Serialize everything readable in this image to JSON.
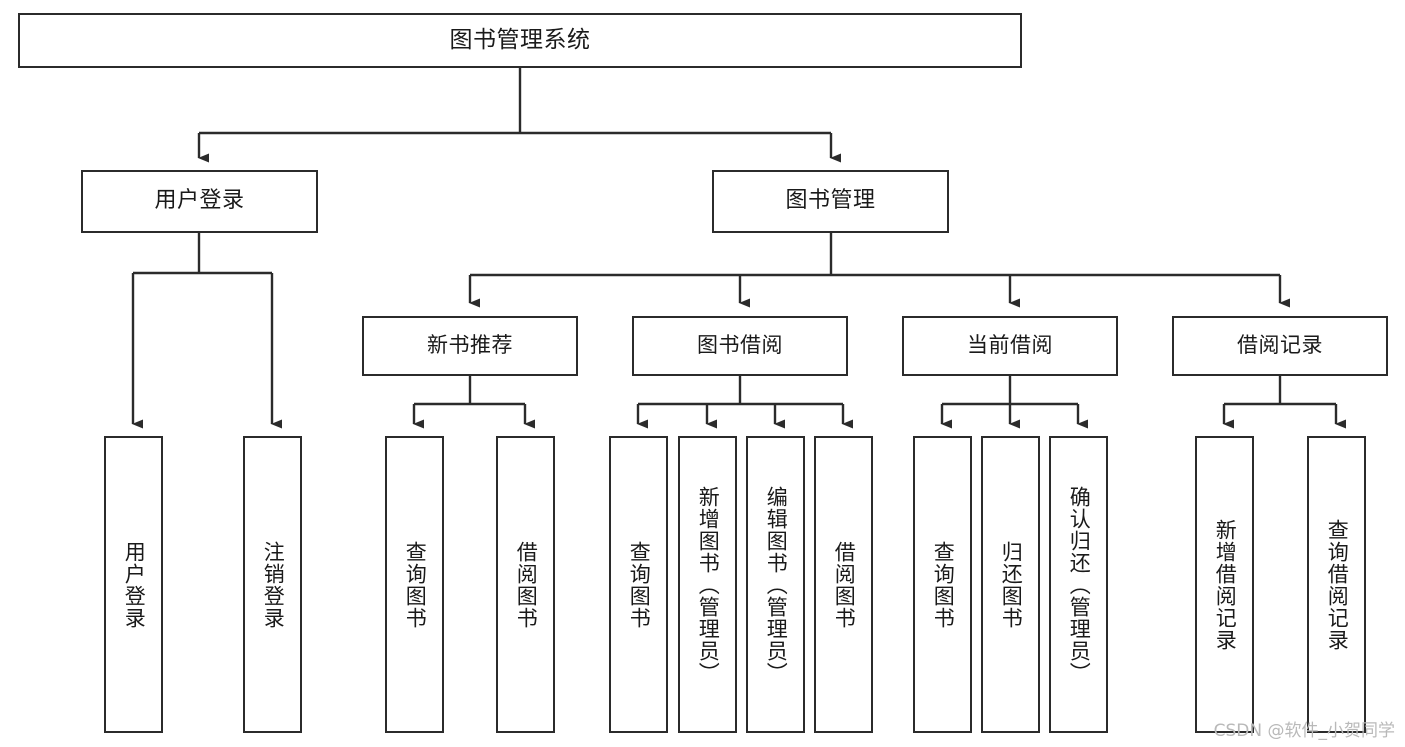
{
  "diagram": {
    "type": "tree-hierarchy",
    "title": "图书管理系统",
    "watermark": "CSDN @软件_小贺同学",
    "colors": {
      "box_border": "#2b2b2b",
      "box_fill": "#ffffff",
      "connector": "#2b2b2b",
      "text": "#1a1a1a",
      "watermark": "#b9b9b9",
      "background": "#ffffff"
    },
    "nodes": {
      "root": {
        "label": "图书管理系统"
      },
      "level2": [
        {
          "id": "user-login",
          "label": "用户登录"
        },
        {
          "id": "book-management",
          "label": "图书管理"
        }
      ],
      "level3": [
        {
          "id": "new-book-recommend",
          "label": "新书推荐"
        },
        {
          "id": "book-borrow",
          "label": "图书借阅"
        },
        {
          "id": "current-borrow",
          "label": "当前借阅"
        },
        {
          "id": "borrow-record",
          "label": "借阅记录"
        }
      ],
      "leaves": {
        "user_login": [
          {
            "id": "leaf-user-login",
            "label": "用户登录"
          },
          {
            "id": "leaf-logout-login",
            "label": "注销登录"
          }
        ],
        "new_book_recommend": [
          {
            "id": "leaf-query-book-1",
            "label": "查询图书"
          },
          {
            "id": "leaf-borrow-book-1",
            "label": "借阅图书"
          }
        ],
        "book_borrow": [
          {
            "id": "leaf-query-book-2",
            "label": "查询图书"
          },
          {
            "id": "leaf-add-book-admin",
            "label": "新增图书（管理员）"
          },
          {
            "id": "leaf-edit-book-admin",
            "label": "编辑图书（管理员）"
          },
          {
            "id": "leaf-borrow-book-2",
            "label": "借阅图书"
          }
        ],
        "current_borrow": [
          {
            "id": "leaf-query-book-3",
            "label": "查询图书"
          },
          {
            "id": "leaf-return-book",
            "label": "归还图书"
          },
          {
            "id": "leaf-confirm-return-admin",
            "label": "确认归还（管理员）"
          }
        ],
        "borrow_record": [
          {
            "id": "leaf-add-borrow-record",
            "label": "新增借阅记录"
          },
          {
            "id": "leaf-query-borrow-record",
            "label": "查询借阅记录"
          }
        ]
      }
    }
  }
}
